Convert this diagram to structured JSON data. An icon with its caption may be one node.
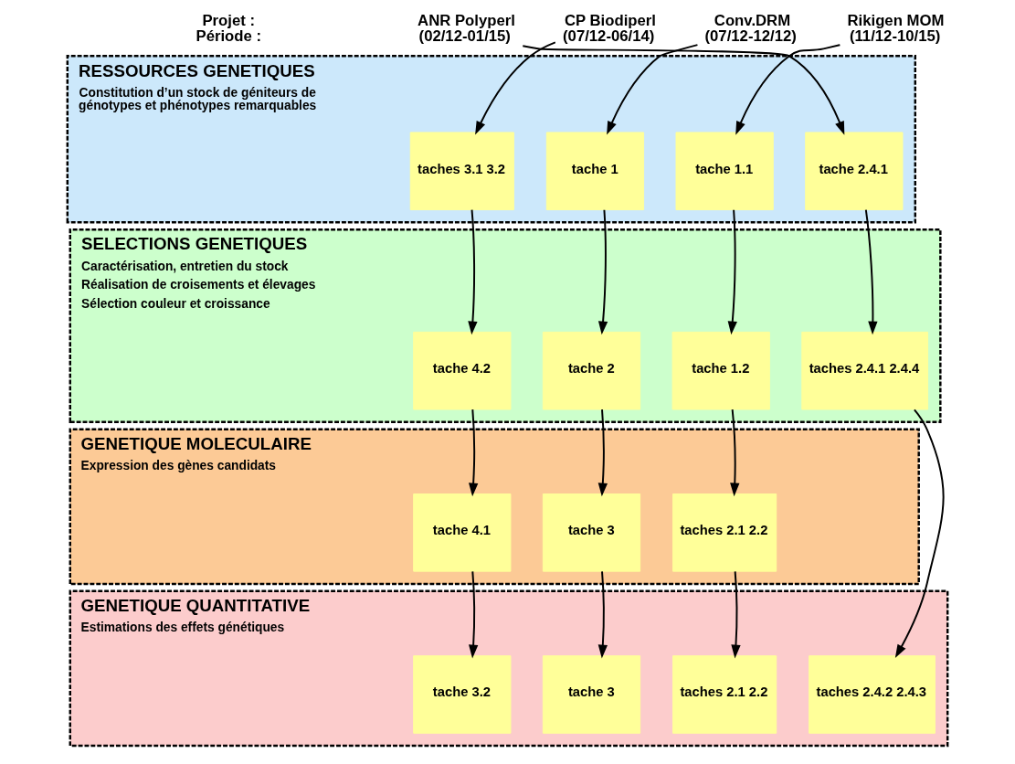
{
  "diagram": {
    "nodes": [
      {
        "text": [
          "ANR Polyperl",
          "(02/12-01/15)"
        ]
      },
      {
        "text": [
          "CP Biodiperl",
          "(07/12-06/14)"
        ]
      },
      {
        "text": [
          "Conv.DRM",
          "(07/12-12/12)"
        ]
      },
      {
        "text": [
          "Rikigen MOM",
          "(11/12-10/15)"
        ]
      },
      {
        "text": [
          "RESSOURCES GENETIQUES",
          "Constitution d’un stock de géniteurs de génotypes et phénotypes remarquables"
        ]
      },
      {
        "text": [
          "tache 2.4.1"
        ],
        "in": 4
      },
      {
        "text": [
          "taches 3.1 3.2"
        ],
        "in": 4
      },
      {
        "text": [
          "tache 1"
        ],
        "in": 4
      },
      {
        "text": [
          "tache 1.1"
        ],
        "in": 4
      },
      {
        "text": [
          "SELECTIONS GENETIQUES",
          "Caractérisation, entretien du stock",
          "Réalisation de croisements et élevages",
          "Sélection couleur et croissance"
        ]
      },
      {
        "text": [
          "taches 2.4.1 2.4.4"
        ],
        "in": 9
      },
      {
        "text": [
          "tache 4.2"
        ],
        "in": 9
      },
      {
        "text": [
          "tache 2"
        ],
        "in": 9
      },
      {
        "text": [
          "tache 1.2"
        ],
        "in": 9
      },
      {
        "text": [
          "GENETIQUE MOLECULAIRE",
          "Expression des gènes candidats"
        ]
      },
      {
        "text": [
          "tache 4.1"
        ],
        "in": 14
      },
      {
        "text": [
          "tache 3"
        ],
        "in": 14
      },
      {
        "text": [
          "taches 2.1 2.2"
        ],
        "in": 14
      },
      {
        "text": [
          "GENETIQUE QUANTITATIVE",
          "Estimations des effets génétiques"
        ]
      },
      {
        "text": [
          "taches 2.4.2 2.4.3"
        ],
        "in": 18
      },
      {
        "text": [
          "tache 3.2"
        ],
        "in": 18
      },
      {
        "text": [
          "tache 3"
        ],
        "in": 18
      },
      {
        "text": [
          "taches 2.1 2.2"
        ],
        "in": 18
      }
    ],
    "edges": [
      {
        "from": 0,
        "to": 5,
        "arrow": "to"
      },
      {
        "from": 1,
        "to": 6,
        "arrow": "to"
      },
      {
        "from": 2,
        "to": 7,
        "arrow": "to"
      },
      {
        "from": 3,
        "to": 8,
        "arrow": "to"
      },
      {
        "from": 5,
        "to": 10,
        "arrow": "to"
      },
      {
        "from": 6,
        "to": 11,
        "arrow": "to"
      },
      {
        "from": 7,
        "to": 12,
        "arrow": "to"
      },
      {
        "from": 8,
        "to": 13,
        "arrow": "to"
      },
      {
        "from": 11,
        "to": 15,
        "arrow": "to"
      },
      {
        "from": 12,
        "to": 16,
        "arrow": "to"
      },
      {
        "from": 13,
        "to": 17,
        "arrow": "to"
      },
      {
        "from": 10,
        "to": 19,
        "arrow": "to"
      },
      {
        "from": 15,
        "to": 20,
        "arrow": "to"
      },
      {
        "from": 16,
        "to": 21,
        "arrow": "to"
      },
      {
        "from": 17,
        "to": 22,
        "arrow": "to"
      }
    ],
    "labels": [
      "Projet :",
      "Période :"
    ]
  }
}
